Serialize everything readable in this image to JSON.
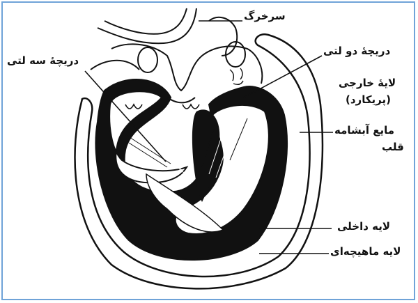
{
  "labels": {
    "aorta": "سرخرگ",
    "tricuspid": "دریچهٔ سه لتی",
    "bicuspid": "دریچهٔ دو لتی",
    "outer_layer_line1": "لایهٔ خارجی",
    "outer_layer_line2": "(پریکارد)",
    "fluid_line1": "مایع آبشامه",
    "fluid_line2": "قلب",
    "endocardium": "لایه داخلی",
    "myocardium": "لایه ماهیچه‌ای"
  },
  "colors": {
    "frame": "#6fa3d8",
    "ink": "#111111",
    "paper": "#ffffff"
  }
}
